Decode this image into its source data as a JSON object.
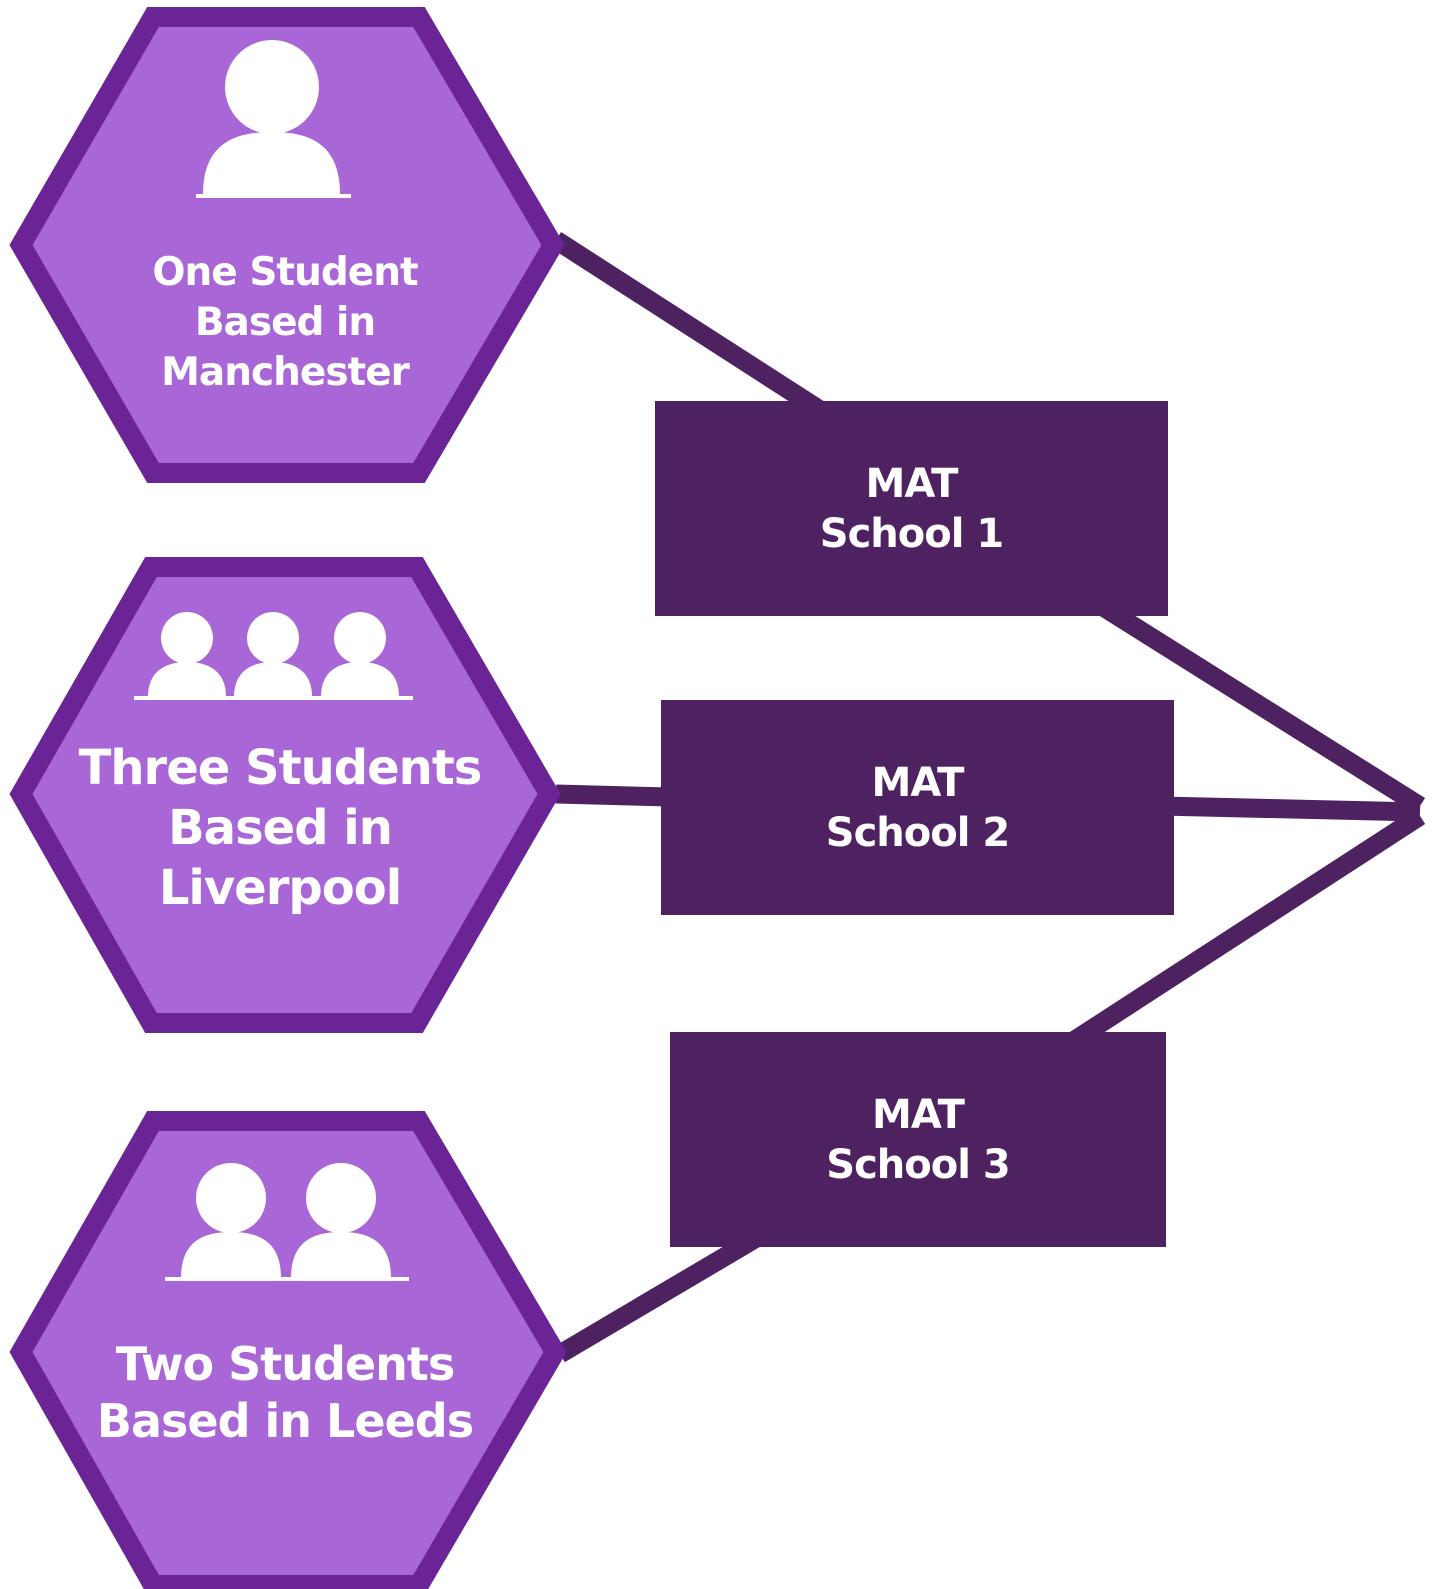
{
  "colors": {
    "hexagon_fill": "#a966d6",
    "hexagon_border": "#6b2496",
    "school_box": "#4e2261",
    "connector": "#4e2261",
    "text": "#ffffff"
  },
  "groups": [
    {
      "label": "One Student\nBased in\nManchester",
      "icon": "single-person-icon",
      "student_count": 1
    },
    {
      "label": "Three Students\nBased in\nLiverpool",
      "icon": "three-people-icon",
      "student_count": 3
    },
    {
      "label": "Two Students\nBased in Leeds",
      "icon": "two-people-icon",
      "student_count": 2
    }
  ],
  "schools": [
    {
      "label": "MAT\nSchool 1"
    },
    {
      "label": "MAT\nSchool 2"
    },
    {
      "label": "MAT\nSchool 3"
    }
  ]
}
